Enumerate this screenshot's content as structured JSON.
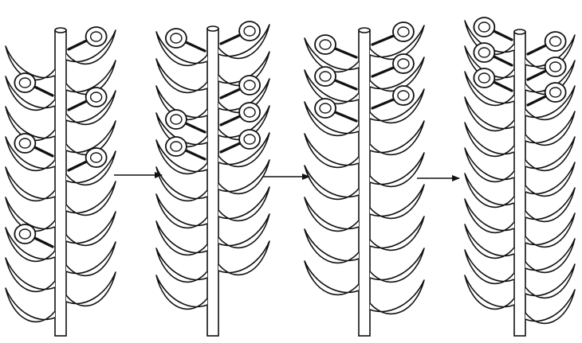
{
  "figure": {
    "ink_color": "#111111",
    "background": "#ffffff",
    "stages": [
      {
        "name": "stage-1",
        "left_frond_count": 9,
        "right_frond_count": 9,
        "left_leaflets_with_sporangia": [
          1,
          3,
          6
        ],
        "right_leaflets_with_sporangia": [
          0,
          2,
          4
        ]
      },
      {
        "name": "stage-2",
        "left_frond_count": 10,
        "right_frond_count": 9,
        "left_leaflets_with_sporangia": [
          0,
          3,
          4
        ],
        "right_leaflets_with_sporangia": [
          0,
          2,
          3,
          4
        ]
      },
      {
        "name": "stage-3",
        "left_frond_count": 8,
        "right_frond_count": 9,
        "left_leaflets_with_sporangia": [
          0,
          1,
          2
        ],
        "right_leaflets_with_sporangia": [
          0,
          1,
          2
        ]
      },
      {
        "name": "stage-4",
        "left_frond_count": 11,
        "right_frond_count": 11,
        "left_leaflets_with_sporangia": [
          0,
          1,
          2
        ],
        "right_leaflets_with_sporangia": [
          0,
          1,
          2
        ]
      }
    ],
    "arrows": [
      {
        "name": "arrow-stage-1-to-2"
      },
      {
        "name": "arrow-stage-2-to-3"
      },
      {
        "name": "arrow-stage-3-to-4"
      }
    ]
  }
}
